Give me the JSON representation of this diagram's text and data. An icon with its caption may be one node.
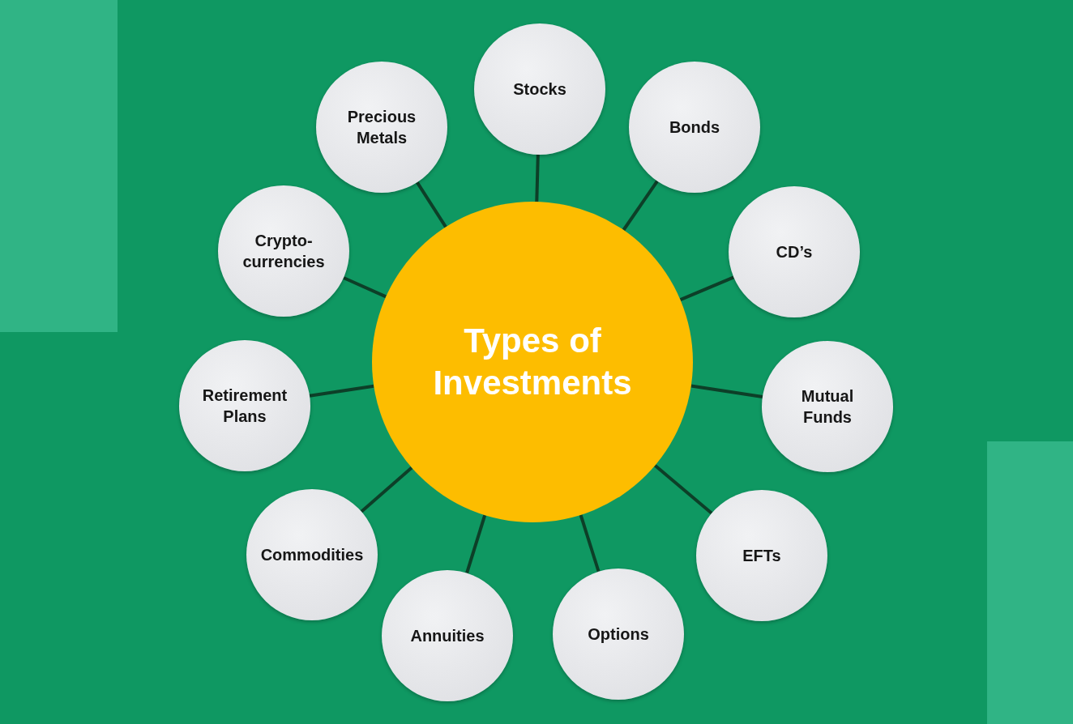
{
  "diagram": {
    "nodes": [
      {
        "text": [
          "Types of Investments"
        ]
      },
      {
        "text": [
          "Stocks"
        ]
      },
      {
        "text": [
          "Bonds"
        ]
      },
      {
        "text": [
          "CD’s"
        ]
      },
      {
        "text": [
          "Mutual Funds"
        ]
      },
      {
        "text": [
          "EFTs"
        ]
      },
      {
        "text": [
          "Options"
        ]
      },
      {
        "text": [
          "Annuities"
        ]
      },
      {
        "text": [
          "Commodities"
        ]
      },
      {
        "text": [
          "Retirement Plans"
        ]
      },
      {
        "text": [
          "Crypto- currencies"
        ]
      },
      {
        "text": [
          "Precious Metals"
        ]
      }
    ],
    "edges": [
      {
        "from": 0,
        "to": 1,
        "arrow": "none"
      },
      {
        "from": 0,
        "to": 2,
        "arrow": "none"
      },
      {
        "from": 0,
        "to": 3,
        "arrow": "none"
      },
      {
        "from": 0,
        "to": 4,
        "arrow": "none"
      },
      {
        "from": 0,
        "to": 5,
        "arrow": "none"
      },
      {
        "from": 0,
        "to": 6,
        "arrow": "none"
      },
      {
        "from": 0,
        "to": 7,
        "arrow": "none"
      },
      {
        "from": 0,
        "to": 8,
        "arrow": "none"
      },
      {
        "from": 0,
        "to": 9,
        "arrow": "none"
      },
      {
        "from": 0,
        "to": 10,
        "arrow": "none"
      },
      {
        "from": 0,
        "to": 11,
        "arrow": "none"
      }
    ]
  }
}
